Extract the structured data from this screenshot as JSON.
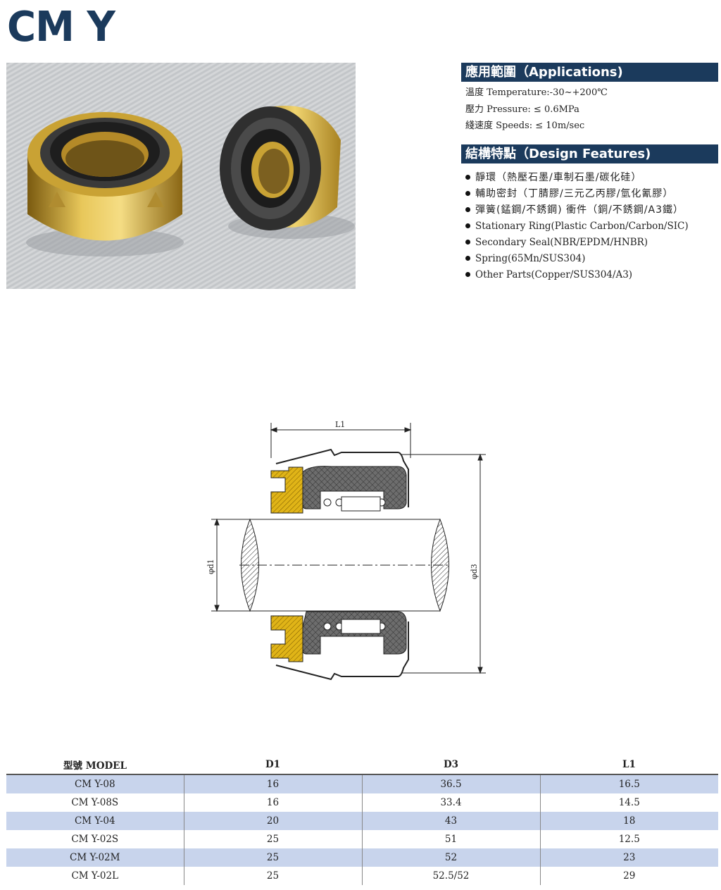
{
  "title": "CM Y",
  "applications": {
    "header": "應用範圍（Applications)",
    "items": [
      "溫度 Temperature:-30~+200℃",
      "壓力 Pressure: ≤ 0.6MPa",
      "綫速度 Speeds: ≤ 10m/sec"
    ]
  },
  "design_features": {
    "header": "結構特點（Design Features)",
    "items": [
      "靜環（熱壓石墨/車制石墨/碳化硅）",
      "輔助密封（丁腈膠/三元乙丙膠/氫化氰膠）",
      "彈簧(錳鋼/不銹鋼) 衝件（銅/不銹鋼/A3鐵）",
      "Stationary Ring(Plastic Carbon/Carbon/SIC)",
      "Secondary Seal(NBR/EPDM/HNBR)",
      "Spring(65Mn/SUS304)",
      "Other Parts(Copper/SUS304/A3)"
    ]
  },
  "drawing": {
    "l1_label": "L1",
    "d1_label": "φd1",
    "d3_label": "φd3"
  },
  "table": {
    "headers": [
      "型號 MODEL",
      "D1",
      "D3",
      "L1"
    ],
    "rows": [
      [
        "CM Y-08",
        "16",
        "36.5",
        "16.5"
      ],
      [
        "CM Y-08S",
        "16",
        "33.4",
        "14.5"
      ],
      [
        "CM Y-04",
        "20",
        "43",
        "18"
      ],
      [
        "CM Y-02S",
        "25",
        "51",
        "12.5"
      ],
      [
        "CM Y-02M",
        "25",
        "52",
        "23"
      ],
      [
        "CM Y-02L",
        "25",
        "52.5/52",
        "29"
      ]
    ]
  },
  "colors": {
    "header_bg": "#1b3a5c",
    "row_band": "#c8d4ec",
    "brass": "#e0b417"
  }
}
